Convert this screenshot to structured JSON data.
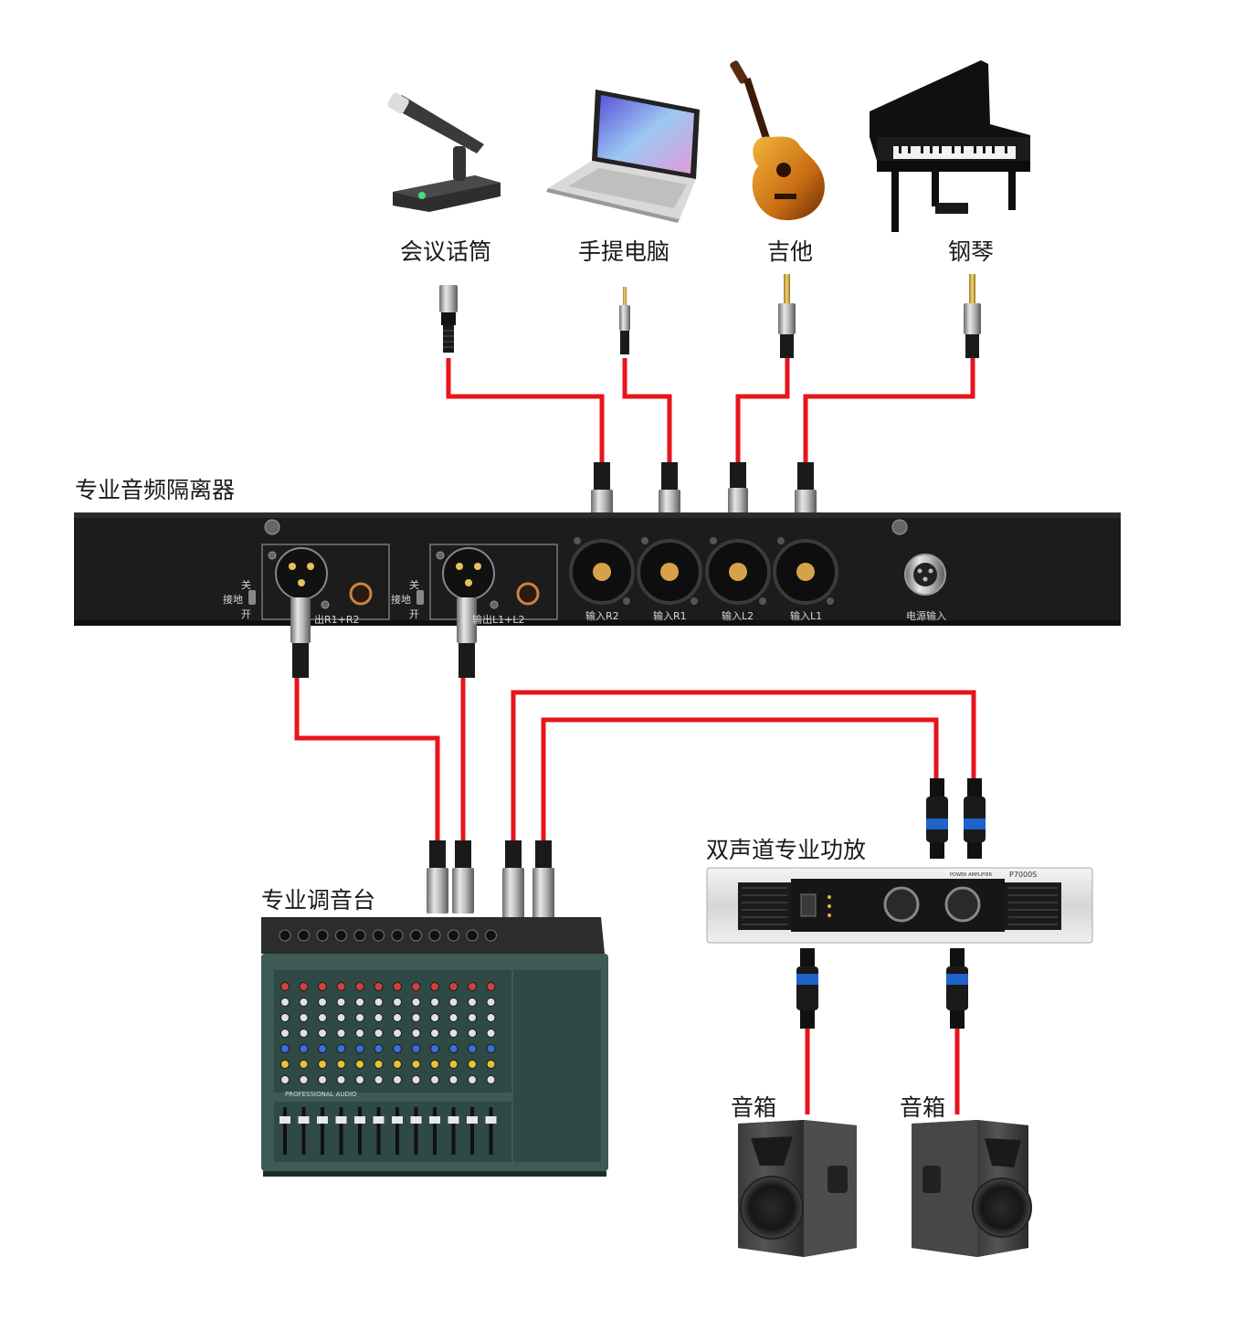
{
  "devices": {
    "microphone": "会议话筒",
    "laptop": "手提电脑",
    "guitar": "吉他",
    "piano": "钢琴",
    "isolator": "专业音频隔离器",
    "mixer": "专业调音台",
    "amplifier": "双声道专业功放",
    "speaker_left": "音箱",
    "speaker_right": "音箱"
  },
  "isolator_panel": {
    "ground_off": "关",
    "ground": "接地",
    "ground_on": "开",
    "output_r": "出R1+R2",
    "output_l": "输出L1+L2",
    "input_r2": "输入R2",
    "input_r1": "输入R1",
    "input_l2": "输入L2",
    "input_l1": "输入L1",
    "power": "电源输入"
  },
  "amplifier_panel": {
    "model": "P7000S",
    "brand": "POWER AMPLIFIER"
  },
  "mixer_panel": {
    "brand": "PROFESSIONAL AUDIO"
  },
  "colors": {
    "cable": "#e8141c",
    "panel": "#1c1c1c",
    "mixer": "#3d5a55"
  }
}
